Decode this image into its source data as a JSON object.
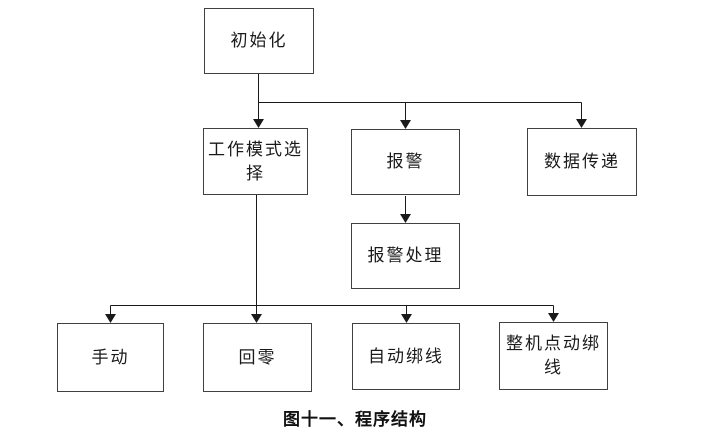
{
  "diagram": {
    "type": "flowchart",
    "caption": "图十一、程序结构",
    "colors": {
      "background": "#ffffff",
      "node_border": "#404040",
      "connector_line": "#1a1a1a",
      "text": "#1a1a1a"
    },
    "nodes": {
      "init": {
        "label": "初始化"
      },
      "mode_select": {
        "label": "工作模式选择"
      },
      "alarm": {
        "label": "报警"
      },
      "data_transfer": {
        "label": "数据传递"
      },
      "alarm_handle": {
        "label": "报警处理"
      },
      "manual": {
        "label": "手动"
      },
      "return_zero": {
        "label": "回零"
      },
      "auto_binding": {
        "label": "自动绑线"
      },
      "jog_binding": {
        "label": "整机点动绑线"
      }
    },
    "edges": [
      {
        "from": "init",
        "to": "mode_select"
      },
      {
        "from": "init",
        "to": "alarm"
      },
      {
        "from": "init",
        "to": "data_transfer"
      },
      {
        "from": "alarm",
        "to": "alarm_handle"
      },
      {
        "from": "mode_select",
        "to": "manual"
      },
      {
        "from": "mode_select",
        "to": "return_zero"
      },
      {
        "from": "mode_select",
        "to": "auto_binding"
      },
      {
        "from": "mode_select",
        "to": "jog_binding"
      }
    ]
  }
}
